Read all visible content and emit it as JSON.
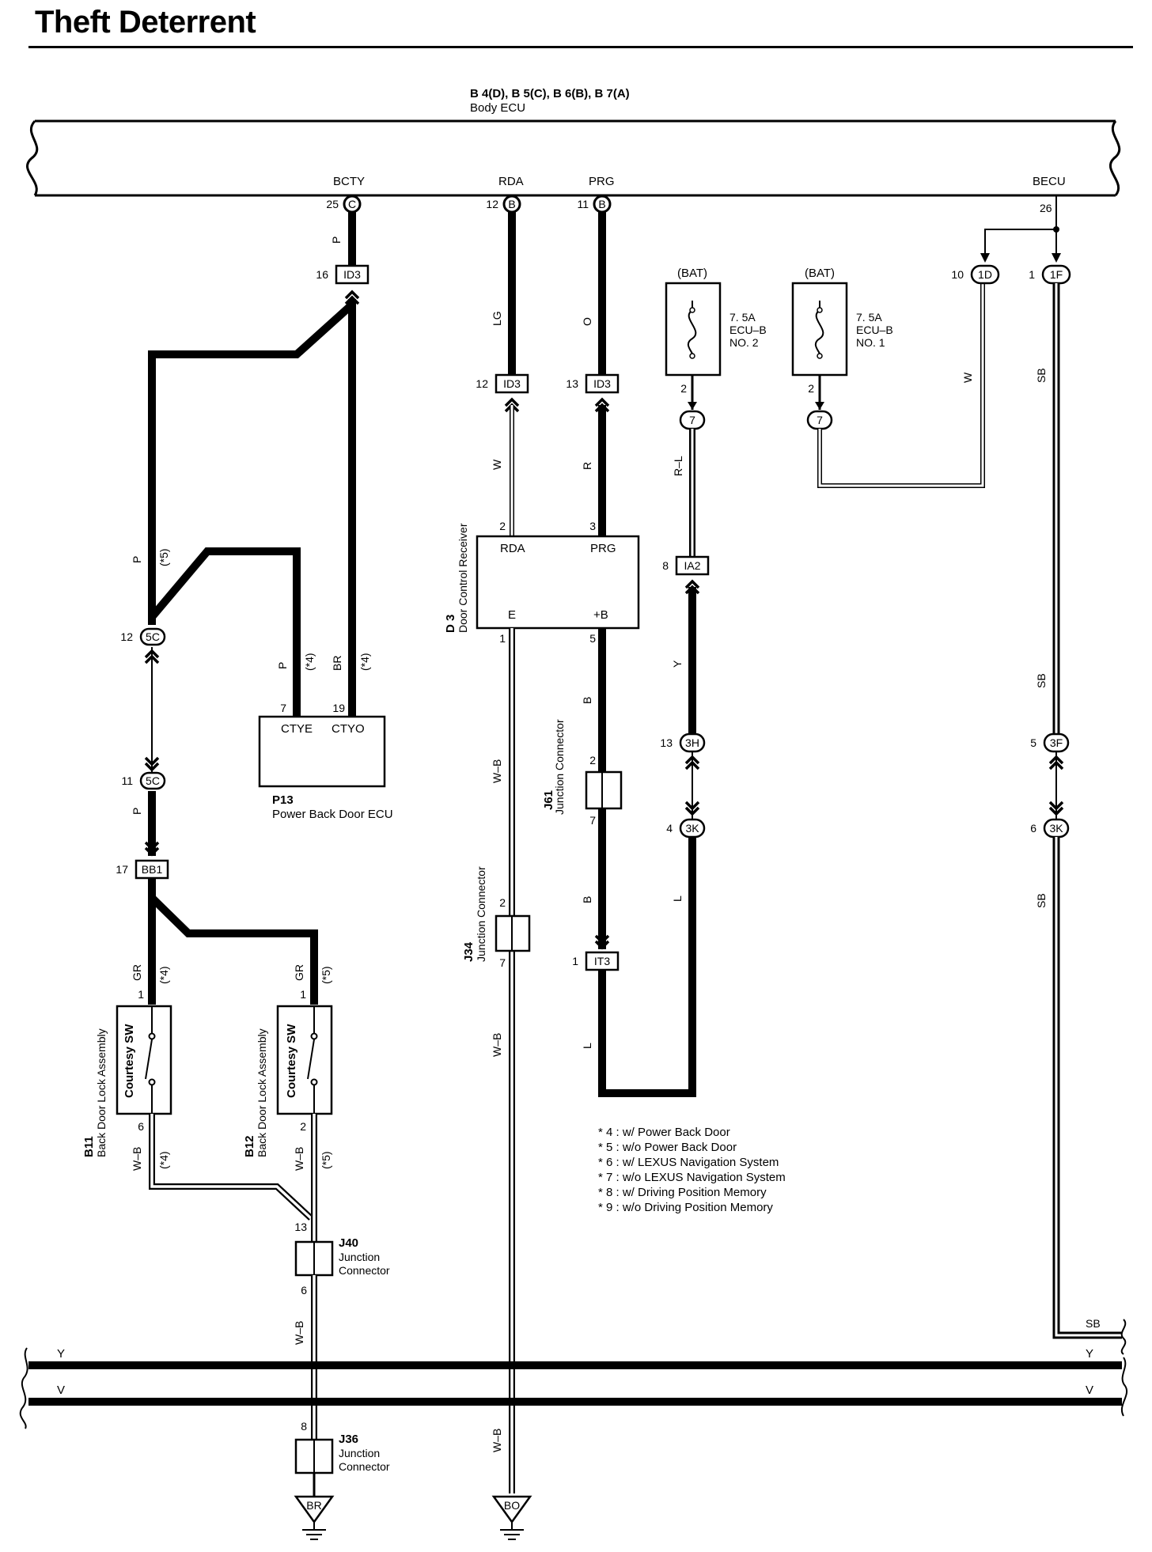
{
  "title": "Theft Deterrent",
  "body_ecu": {
    "code": "B 4(D), B 5(C), B 6(B), B 7(A)",
    "name": "Body ECU",
    "terminals": {
      "bcty": "BCTY",
      "rda": "RDA",
      "prg": "PRG",
      "becu": "BECU",
      "bcty_pin": "25",
      "bcty_conn": "C",
      "rda_pin": "12",
      "rda_conn": "B",
      "prg_pin": "11",
      "prg_conn": "B",
      "becu_pin": "26"
    }
  },
  "connectors": {
    "id3_16": {
      "pin": "16",
      "name": "ID3"
    },
    "id3_12": {
      "pin": "12",
      "name": "ID3"
    },
    "id3_13": {
      "pin": "13",
      "name": "ID3"
    },
    "c5_12": {
      "pin": "12",
      "name": "5C"
    },
    "c5_11": {
      "pin": "11",
      "name": "5C"
    },
    "bb1_17": {
      "pin": "17",
      "name": "BB1"
    },
    "d1_10": {
      "pin": "10",
      "name": "1D"
    },
    "f1_1": {
      "pin": "1",
      "name": "1F"
    },
    "ia2_8": {
      "pin": "8",
      "name": "IA2"
    },
    "h3_13": {
      "pin": "13",
      "name": "3H"
    },
    "k3_4": {
      "pin": "4",
      "name": "3K"
    },
    "f3_5": {
      "pin": "5",
      "name": "3F"
    },
    "k3_6": {
      "pin": "6",
      "name": "3K"
    },
    "it3_1": {
      "pin": "1",
      "name": "IT3"
    },
    "c7_a": {
      "pin": "2",
      "name": "7"
    },
    "c7_b": {
      "pin": "2",
      "name": "7"
    }
  },
  "fuses": {
    "no2": {
      "source": "(BAT)",
      "rating": "7. 5A",
      "name": "ECU–B",
      "num": "NO. 2"
    },
    "no1": {
      "source": "(BAT)",
      "rating": "7. 5A",
      "name": "ECU–B",
      "num": "NO. 1"
    }
  },
  "wires": {
    "p1": "P",
    "lg": "LG",
    "o": "O",
    "w1": "W",
    "r": "R",
    "rl": "R–L",
    "w2": "W",
    "sb1": "SB",
    "p2": "P",
    "n5a": "(*5)",
    "p3": "P",
    "n4a": "(*4)",
    "br": "BR",
    "n4b": "(*4)",
    "y": "Y",
    "sb2": "SB",
    "p4": "P",
    "b1": "B",
    "b2": "B",
    "wb1": "W–B",
    "l1": "L",
    "sb3": "SB",
    "gr1": "GR",
    "n4c": "(*4)",
    "gr2": "GR",
    "n5b": "(*5)",
    "l2": "L",
    "wb2": "W–B",
    "wb3": "W–B",
    "n4d": "(*4)",
    "wb4": "W–B",
    "n5c": "(*5)",
    "wb5": "W–B",
    "wb6": "W–B",
    "sb4": "SB"
  },
  "d3": {
    "code": "D 3",
    "name": "Door Control Receiver",
    "rda": "RDA",
    "prg": "PRG",
    "e": "E",
    "b": "+B",
    "pin_rda": "2",
    "pin_prg": "3",
    "pin_e": "1",
    "pin_b": "5"
  },
  "p13": {
    "code": "P13",
    "name": "Power Back Door ECU",
    "ctye": "CTYE",
    "ctyo": "CTYO",
    "pin_ctye": "7",
    "pin_ctyo": "19"
  },
  "j61": {
    "code": "J61",
    "name": "Junction Connector",
    "pin_top": "2",
    "pin_bot": "7"
  },
  "j34": {
    "code": "J34",
    "name": "Junction Connector",
    "pin_top": "2",
    "pin_bot": "7"
  },
  "j40": {
    "code": "J40",
    "name1": "Junction",
    "name2": "Connector",
    "pin_top": "13",
    "pin_bot": "6"
  },
  "j36": {
    "code": "J36",
    "name1": "Junction",
    "name2": "Connector",
    "pin_top": "8"
  },
  "b11": {
    "code": "B11",
    "name": "Back Door Lock Assembly",
    "sw": "Courtesy SW",
    "pin_top": "1",
    "pin_bot": "6"
  },
  "b12": {
    "code": "B12",
    "name": "Back Door Lock Assembly",
    "sw": "Courtesy SW",
    "pin_top": "1",
    "pin_bot": "2"
  },
  "grounds": {
    "br": "BR",
    "bo": "BO"
  },
  "bus": {
    "y_left": "Y",
    "y_right": "Y",
    "v_left": "V",
    "v_right": "V"
  },
  "notes": [
    "* 4 : w/ Power Back Door",
    "* 5 : w/o Power Back Door",
    "* 6 : w/ LEXUS Navigation System",
    "* 7 : w/o LEXUS Navigation System",
    "* 8 : w/ Driving Position Memory",
    "* 9 : w/o Driving Position Memory"
  ]
}
